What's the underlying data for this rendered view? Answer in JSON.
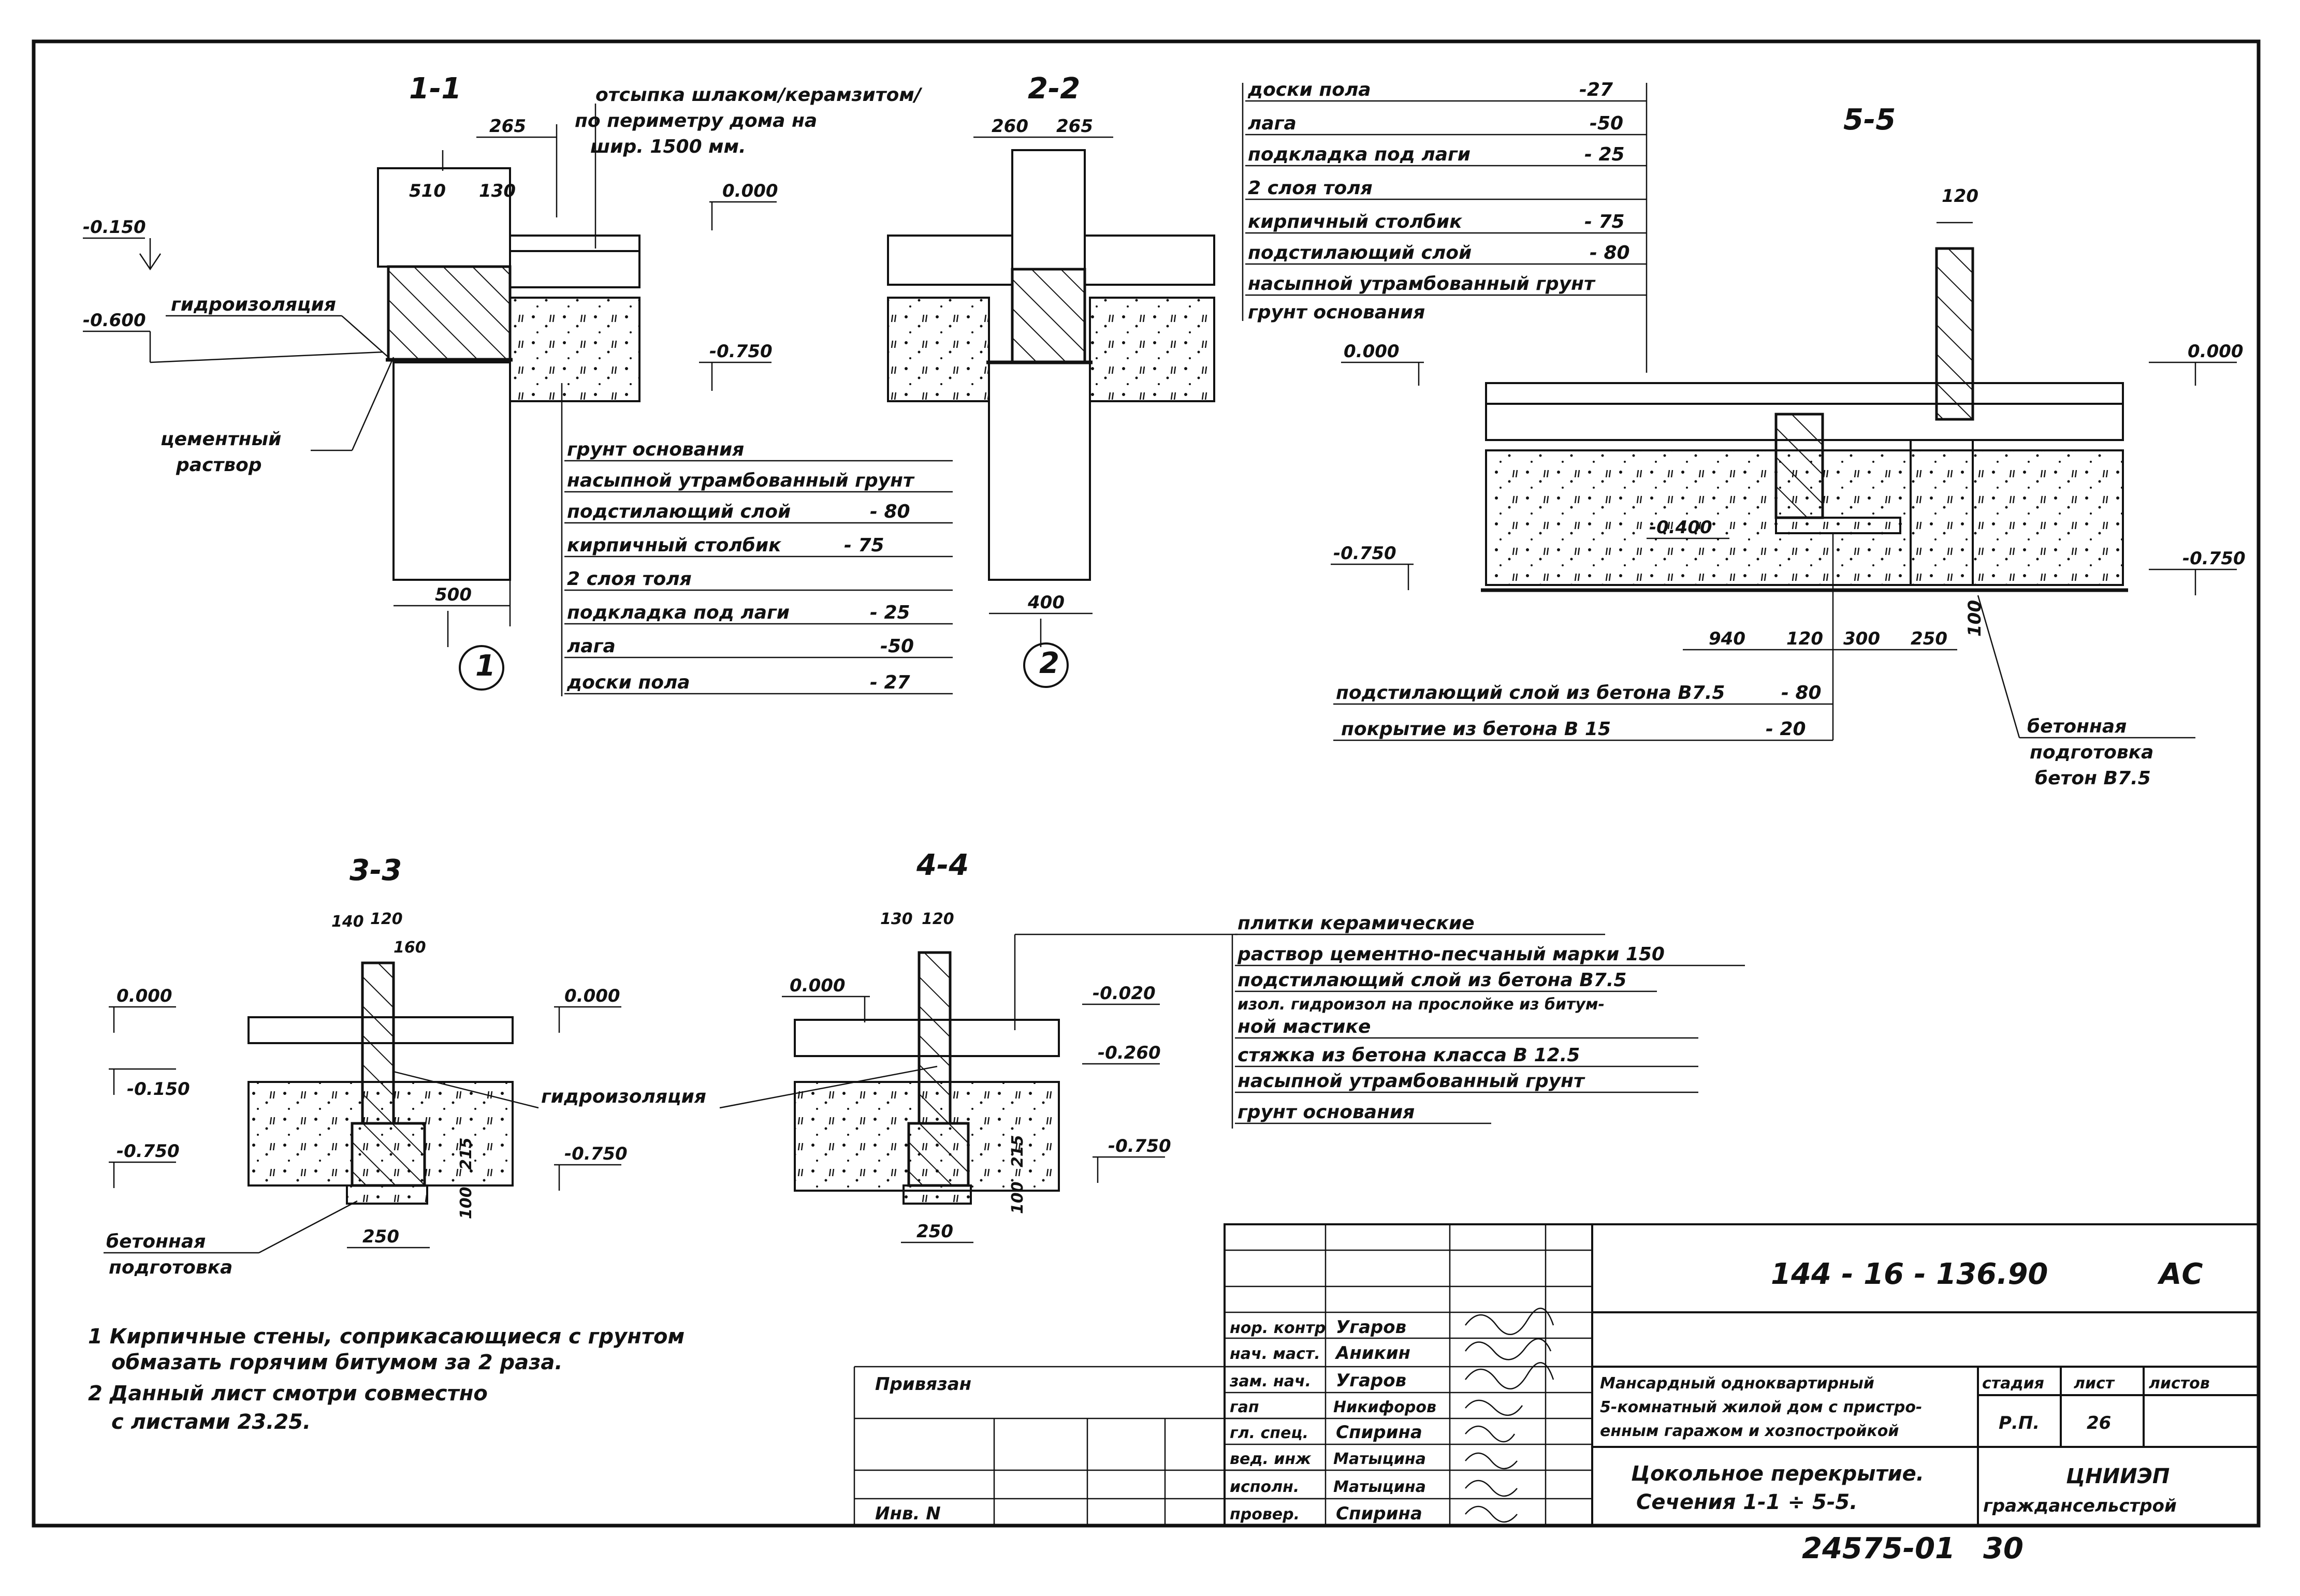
{
  "sections": {
    "s11": {
      "title": "1-1",
      "axis": "1",
      "dims": [
        "265",
        "510",
        "130",
        "500"
      ],
      "levels": [
        "-0.150",
        "-0.600",
        "0.000",
        "-0.750"
      ],
      "labels": {
        "waterproof": "гидроизоляция",
        "mortar1": "цементный",
        "mortar2": "раствор",
        "fill1": "отсыпка шлаком/керамзитом/",
        "fill2": "по периметру дома на",
        "fill3": "шир. 1500 мм."
      },
      "layers": [
        {
          "name": "грунт основания",
          "val": ""
        },
        {
          "name": "насыпной утрамбованный грунт",
          "val": ""
        },
        {
          "name": "подстилающий слой",
          "val": "- 80"
        },
        {
          "name": "кирпичный столбик",
          "val": "- 75"
        },
        {
          "name": "2 слоя толя",
          "val": ""
        },
        {
          "name": "подкладка под лаги",
          "val": "- 25"
        },
        {
          "name": "лага",
          "val": "-50"
        },
        {
          "name": "доски пола",
          "val": "- 27"
        }
      ]
    },
    "s22": {
      "title": "2-2",
      "axis": "2",
      "dims": [
        "260",
        "265",
        "400"
      ]
    },
    "s55": {
      "title": "5-5",
      "dims": [
        "120",
        "940",
        "120",
        "300",
        "250",
        "100"
      ],
      "levels": [
        "0.000",
        "0.000",
        "-0.400",
        "-0.750",
        "-0.750"
      ],
      "layers": [
        {
          "name": "доски пола",
          "val": "-27"
        },
        {
          "name": "лага",
          "val": "-50"
        },
        {
          "name": "подкладка под лаги",
          "val": "- 25"
        },
        {
          "name": "2 слоя толя",
          "val": ""
        },
        {
          "name": "кирпичный столбик",
          "val": "- 75"
        },
        {
          "name": "подстилающий слой",
          "val": "- 80"
        },
        {
          "name": "насыпной утрамбованный грунт",
          "val": ""
        },
        {
          "name": "грунт основания",
          "val": ""
        }
      ],
      "bottom_layers": [
        {
          "name": "подстилающий слой из бетона В7.5",
          "val": "- 80"
        },
        {
          "name": "покрытие из бетона В 15",
          "val": "- 20"
        }
      ],
      "concrete1": "бетонная",
      "concrete2": "подготовка",
      "concrete3": "бетон В7.5"
    },
    "s33": {
      "title": "3-3",
      "dims": [
        "140",
        "120",
        "160",
        "215",
        "100",
        "250"
      ],
      "levels": [
        "0.000",
        "0.000",
        "-0.150",
        "-0.750",
        "-0.750"
      ],
      "concrete1": "бетонная",
      "concrete2": "подготовка",
      "waterproof": "гидроизоляция"
    },
    "s44": {
      "title": "4-4",
      "dims": [
        "130",
        "120",
        "215",
        "100",
        "250"
      ],
      "levels": [
        "0.000",
        "-0.020",
        "-0.260",
        "-0.750"
      ],
      "layers": [
        "плитки керамические",
        "раствор цементно-песчаный марки 150",
        "подстилающий слой из бетона В7.5",
        "изол. гидроизол на прослойке из битум-",
        "ной мастике",
        "стяжка из бетона класса В 12.5",
        "насыпной утрамбованный грунт",
        "грунт основания"
      ]
    }
  },
  "notes": [
    "1 Кирпичные стены, соприкасающиеся с грунтом",
    "обмазать горячим битумом за 2 раза.",
    "2 Данный лист смотри совместно",
    "с листами 23.25."
  ],
  "stamp": {
    "doc_code": "144 - 16 - 136.90",
    "mark": "АС",
    "bound": "Привязан",
    "inv": "Инв. N",
    "staff": [
      {
        "role": "нор. контр",
        "name": "Угаров"
      },
      {
        "role": "нач. маст.",
        "name": "Аникин"
      },
      {
        "role": "зам. нач.",
        "name": "Угаров"
      },
      {
        "role": "гап",
        "name": "Никифоров"
      },
      {
        "role": "гл. спец.",
        "name": "Спирина"
      },
      {
        "role": "вед. инж",
        "name": "Матыцина"
      },
      {
        "role": "исполн.",
        "name": "Матыцина"
      },
      {
        "role": "провер.",
        "name": "Спирина"
      }
    ],
    "project1": "Мансардный одноквартирный",
    "project2": "5-комнатный жилой дом с пристро-",
    "project3": "енным гаражом и хозпостройкой",
    "stage_h": "стадия",
    "sheet_h": "лист",
    "sheets_h": "листов",
    "stage": "Р.П.",
    "sheet": "26",
    "title1": "Цокольное перекрытие.",
    "title2": "Сечения 1-1 ÷ 5-5.",
    "org1": "ЦНИИЭП",
    "org2": "граждансельстрой",
    "archive": "24575-01",
    "page": "30"
  }
}
